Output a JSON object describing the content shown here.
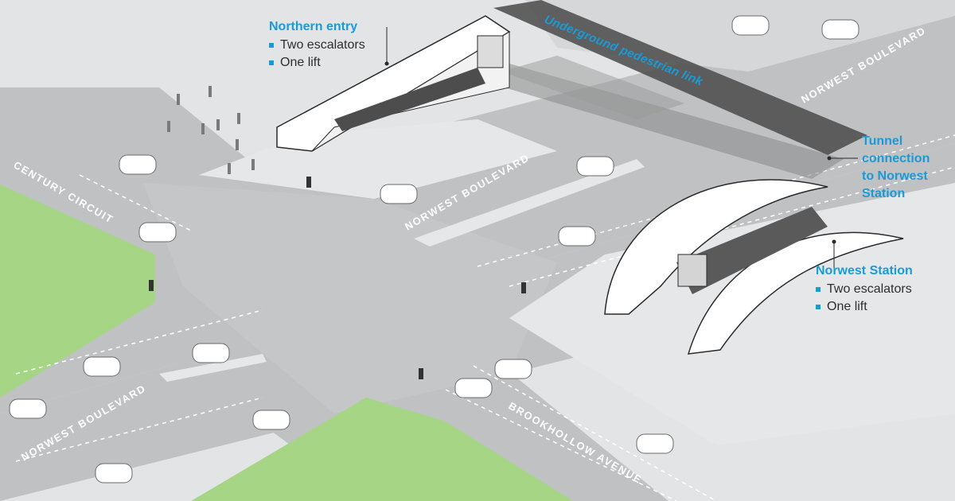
{
  "callouts": {
    "northern_entry": {
      "title": "Northern entry",
      "items": [
        "Two escalators",
        "One lift"
      ]
    },
    "tunnel_connection": {
      "title_lines": [
        "Tunnel",
        "connection",
        "to Norwest",
        "Station"
      ]
    },
    "norwest_station": {
      "title": "Norwest Station",
      "items": [
        "Two escalators",
        "One lift"
      ]
    }
  },
  "labels": {
    "underground_link": "Underground pedestrian link"
  },
  "roads": {
    "norwest_boulevard_top": "NORWEST BOULEVARD",
    "norwest_boulevard_mid": "NORWEST BOULEVARD",
    "norwest_boulevard_bottom": "NORWEST BOULEVARD",
    "century_circuit": "CENTURY CIRCUIT",
    "brookhollow_avenue": "BROOKHOLLOW AVENUE"
  },
  "colors": {
    "accent": "#1a9ad6",
    "road": "#b9bbbd",
    "sidewalk": "#e3e4e5",
    "grass": "#a6d586",
    "tunnel": "#4a4a4a"
  }
}
